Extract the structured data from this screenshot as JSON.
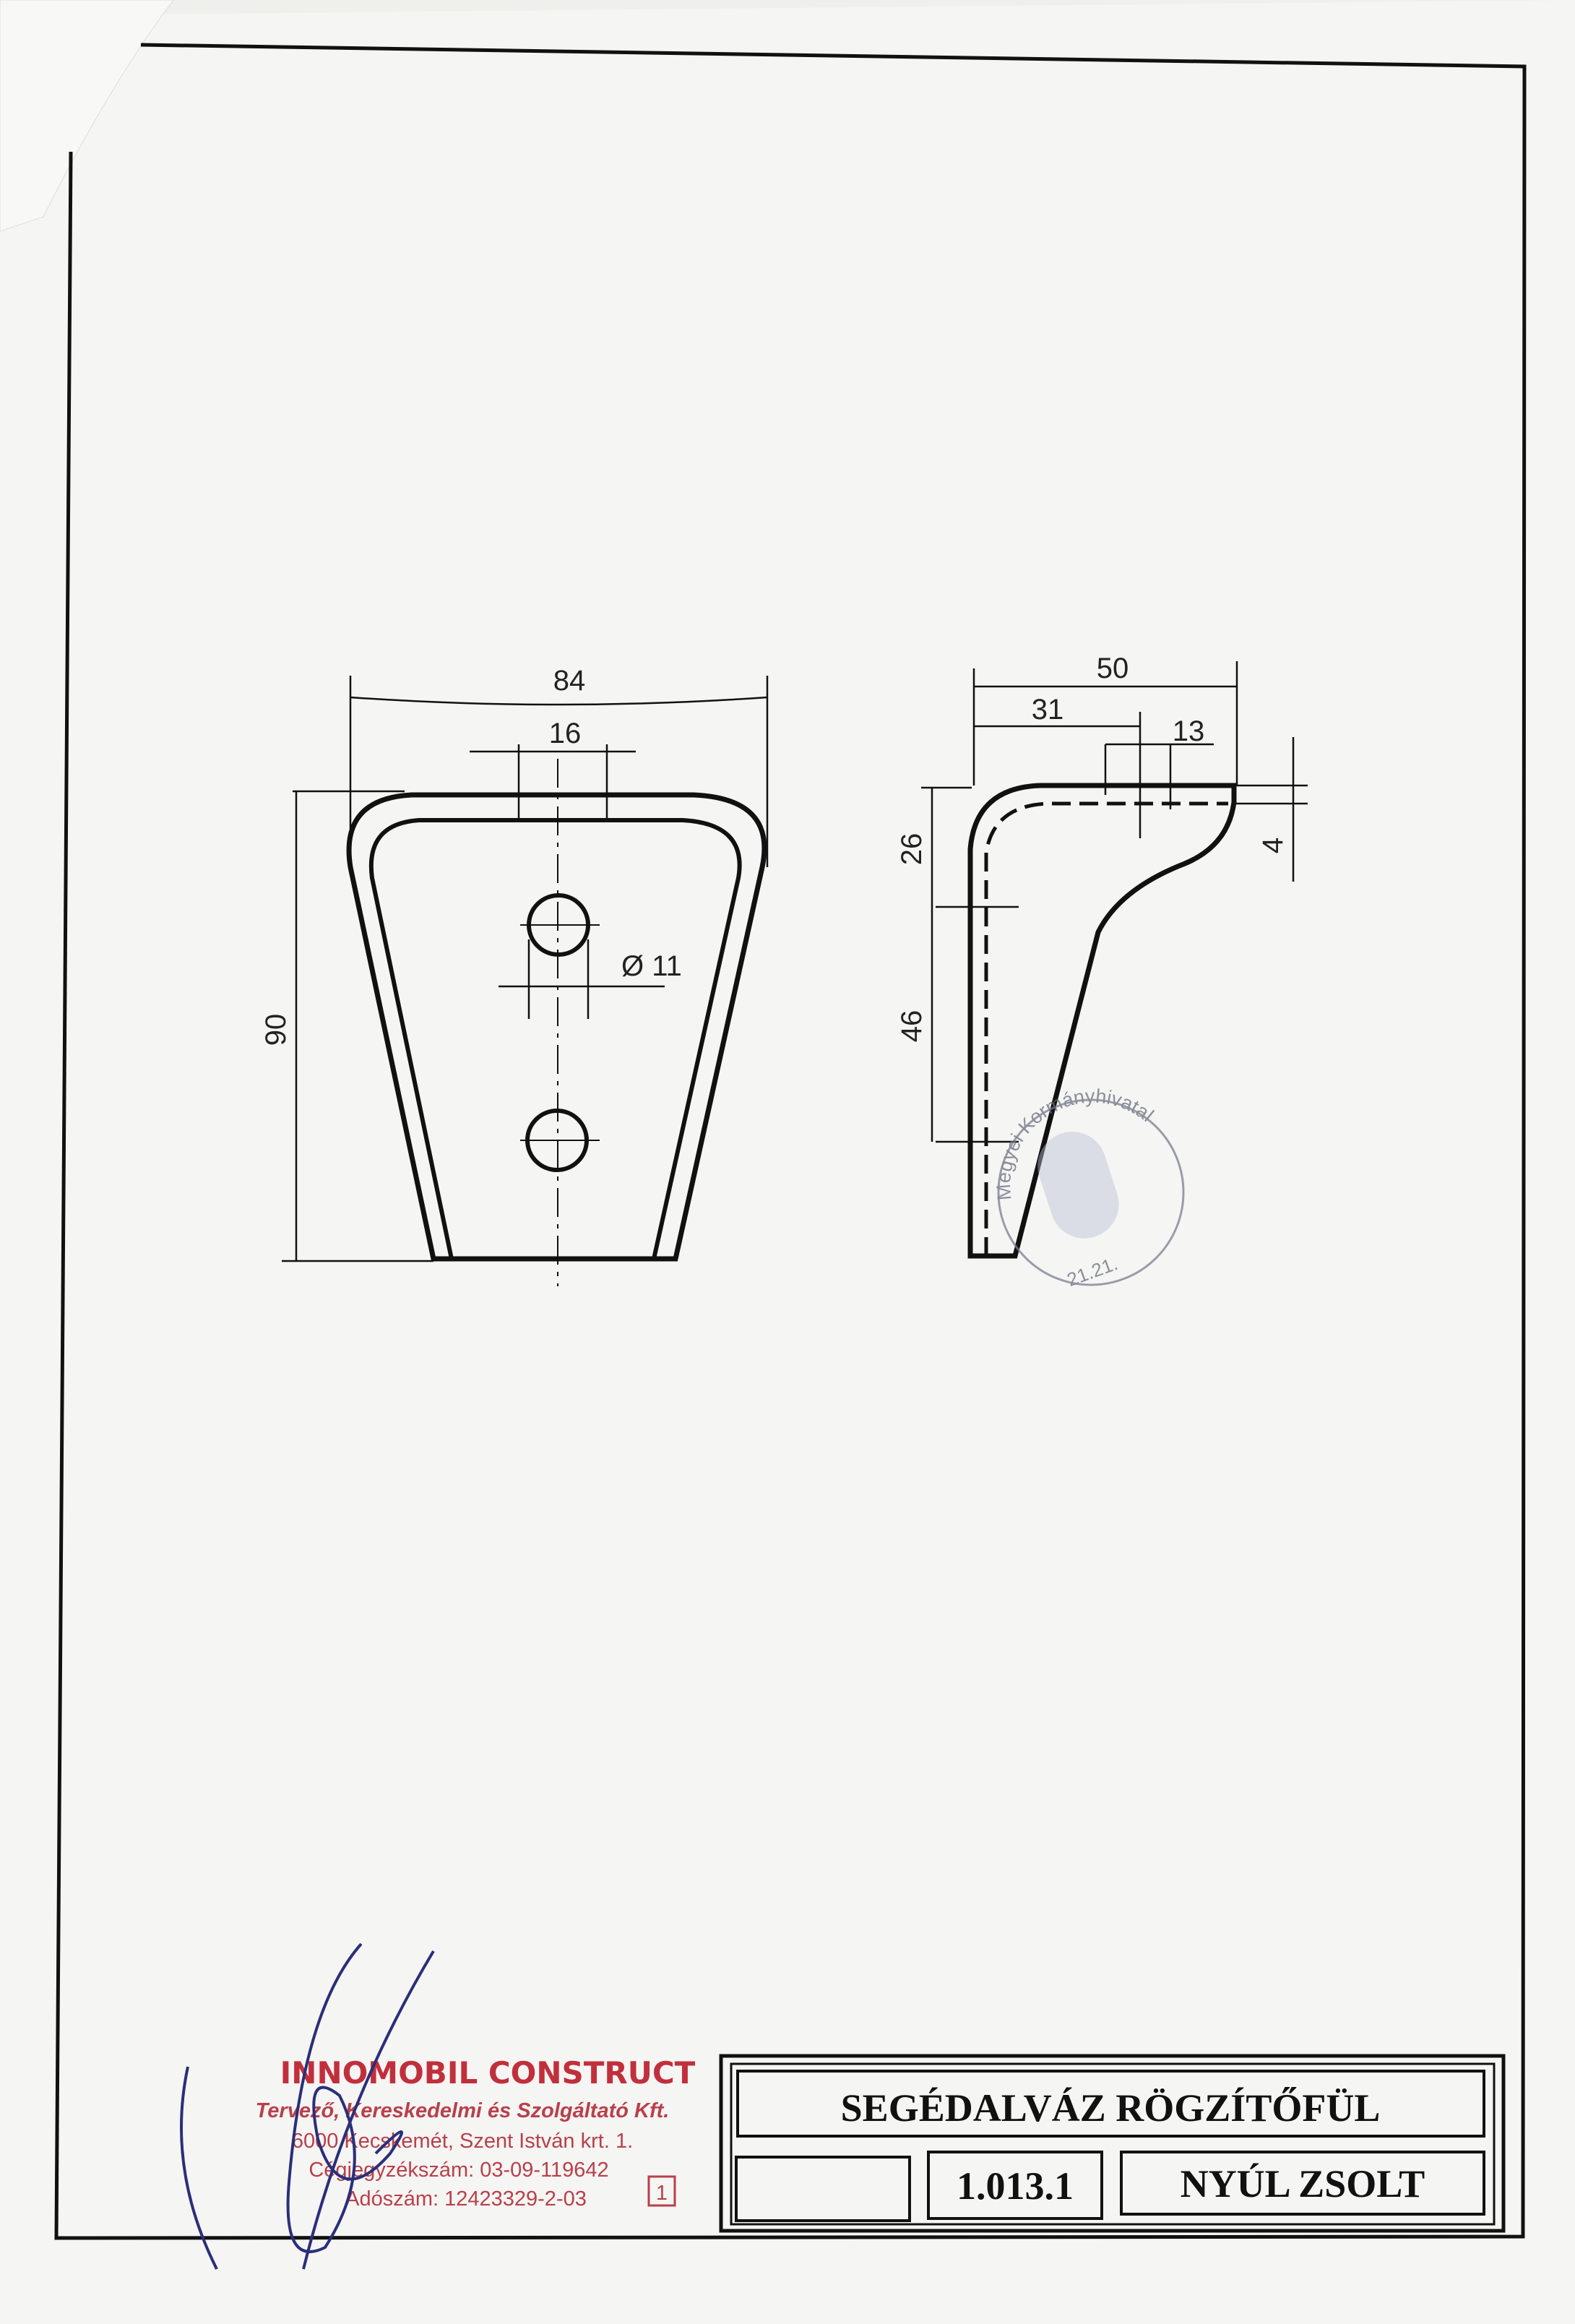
{
  "drawing": {
    "front_view": {
      "width_dim": "84",
      "hole_spacing_dim": "16",
      "hole_diameter_dim": "Ø 11",
      "height_dim": "90"
    },
    "side_view": {
      "total_width_dim": "50",
      "offset_dim": "31",
      "slot_dim": "13",
      "thickness_dim": "4",
      "upper_height_dim": "26",
      "lower_height_dim": "46"
    }
  },
  "official_stamp": {
    "text": "Megyei Kormányhivatal",
    "number": "21.21."
  },
  "company_stamp": {
    "name": "INNOMOBIL CONSTRUCT",
    "subtitle": "Tervező, Kereskedelmi és Szolgáltató Kft.",
    "address": "6000 Kecskemét, Szent István krt. 1.",
    "registry": "Cégjegyzékszám: 03-09-119642",
    "tax_number": "Adószám: 12423329-2-03",
    "box_number": "1"
  },
  "title_block": {
    "title": "SEGÉDALVÁZ RÖGZÍTŐFÜL",
    "empty_cell": "",
    "drawing_number": "1.013.1",
    "designer": "NYÚL ZSOLT"
  },
  "colors": {
    "paper": "#f4f4f2",
    "ink": "#111111",
    "stamp_red": "#c0303c",
    "signature_blue": "#2a2f7a"
  }
}
